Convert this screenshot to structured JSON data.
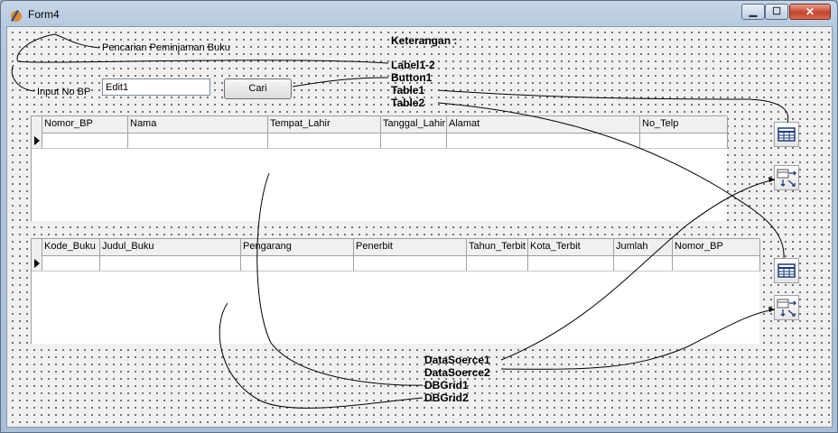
{
  "window": {
    "title": "Form4"
  },
  "labels": {
    "search_title": "Pencarian Peminjaman Buku",
    "input_no_bp": "Input No BP",
    "keterangan": "Keterangan :",
    "legend": [
      "Label1-2",
      "Button1",
      "Table1",
      "Table2"
    ],
    "legend_bottom": [
      "DataSoerce1",
      "DataSoerce2",
      "DBGrid1",
      "DBGrid2"
    ]
  },
  "edit": {
    "value": "Edit1"
  },
  "button": {
    "label": "Cari"
  },
  "grid1": {
    "columns": [
      "Nomor_BP",
      "Nama",
      "Tempat_Lahir",
      "Tanggal_Lahir",
      "Alamat",
      "No_Telp"
    ]
  },
  "grid2": {
    "columns": [
      "Kode_Buku",
      "Judul_Buku",
      "Pengarang",
      "Penerbit",
      "Tahun_Terbit",
      "Kota_Terbit",
      "Jumlah",
      "Nomor_BP"
    ]
  },
  "components": [
    "table-icon",
    "datasource-icon",
    "table-icon",
    "datasource-icon"
  ],
  "colors": {
    "titlebar": "#b4c8de",
    "close_button": "#c4452c",
    "form_background": "#f0f0f0"
  }
}
